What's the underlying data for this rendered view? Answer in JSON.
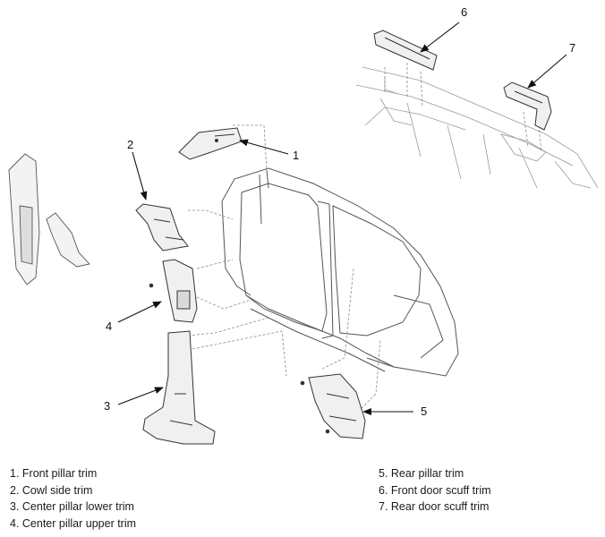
{
  "callouts": [
    "1",
    "2",
    "3",
    "4",
    "5",
    "6",
    "7"
  ],
  "legend": {
    "left": [
      "1. Front pillar trim",
      "2. Cowl side trim",
      "3. Center pillar lower trim",
      "4. Center pillar upper trim"
    ],
    "right": [
      "5. Rear pillar trim",
      "6. Front door scuff trim",
      "7. Rear door scuff trim"
    ]
  }
}
